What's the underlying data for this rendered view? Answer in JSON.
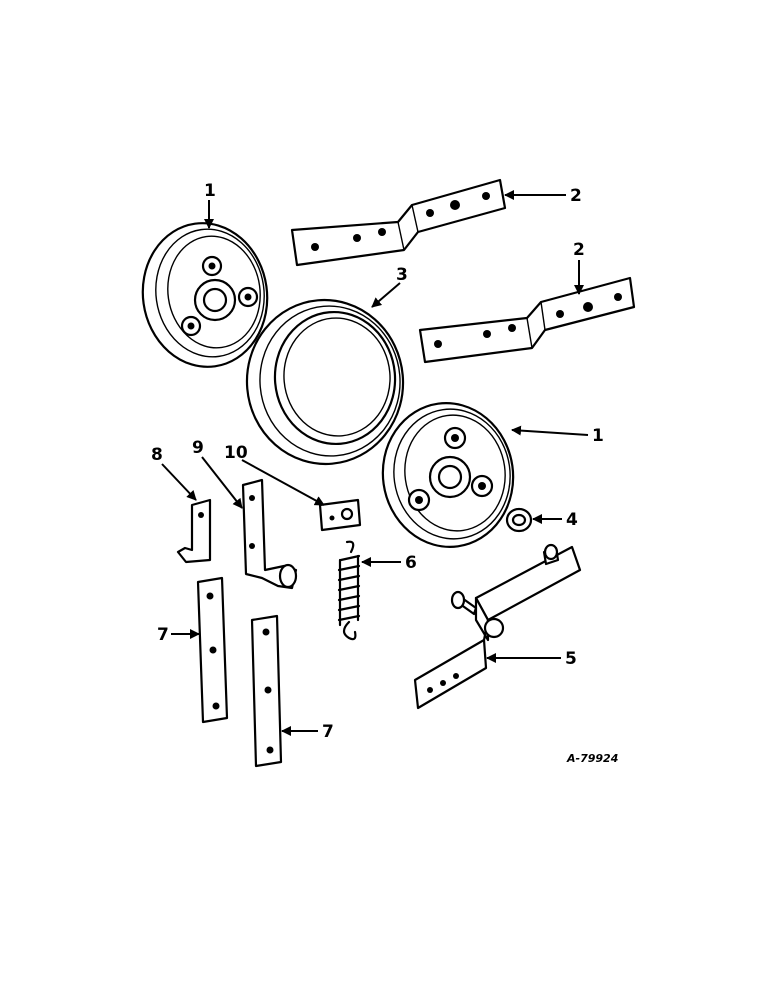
{
  "callouts": {
    "c1a": "1",
    "c1b": "1",
    "c2a": "2",
    "c2b": "2",
    "c3": "3",
    "c4": "4",
    "c5": "5",
    "c6": "6",
    "c7a": "7",
    "c7b": "7",
    "c8": "8",
    "c9": "9",
    "c10": "10"
  },
  "figure_ref": "A-79924",
  "colors": {
    "ink": "#000000",
    "paper": "#ffffff"
  }
}
